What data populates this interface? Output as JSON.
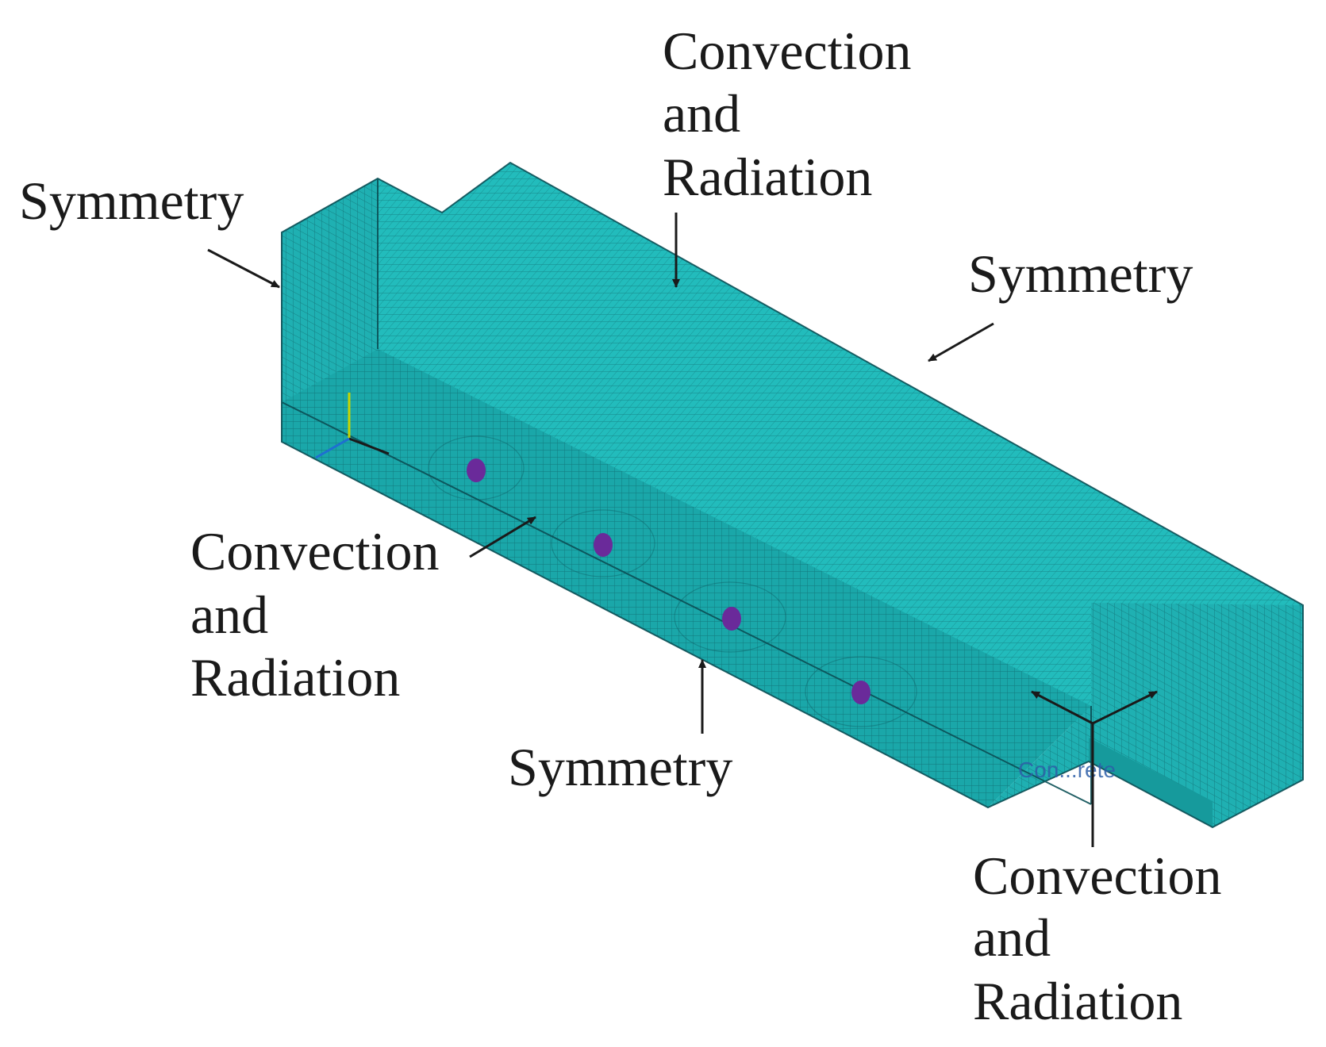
{
  "colors": {
    "mesh_face": "#1fb5b5",
    "mesh_face_side": "#1aa7a9",
    "mesh_face_top": "#22bcbc",
    "mesh_line": "#0b4f55",
    "hole": "#6a2a9a",
    "arrow": "#1a1a1a",
    "triad_y": "#c8d400",
    "triad_x": "#1a1a1a",
    "triad_z": "#1e6fd1"
  },
  "labels": {
    "symmetry_left": "Symmetry",
    "top_line1": "Convection",
    "top_line2": "and",
    "top_line3": "Radiation",
    "symmetry_right": "Symmetry",
    "left_line1": "Convection",
    "left_line2": "and",
    "left_line3": "Radiation",
    "symmetry_bottom": "Symmetry",
    "right_line1": "Convection",
    "right_line2": "and",
    "right_line3": "Radiation",
    "watermark": "Con...rete"
  },
  "icons": {
    "holes": "circle-hole-icon",
    "triad": "coordinate-triad-icon"
  }
}
